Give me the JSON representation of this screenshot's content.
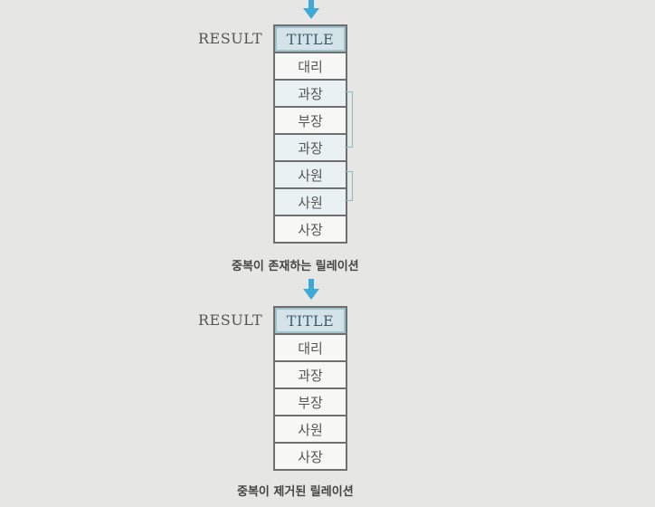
{
  "top_table": {
    "relation_name": "RESULT",
    "header": "TITLE",
    "rows": [
      {
        "value": "대리",
        "dup": false
      },
      {
        "value": "과장",
        "dup": true
      },
      {
        "value": "부장",
        "dup": false
      },
      {
        "value": "과장",
        "dup": true
      },
      {
        "value": "사원",
        "dup": true
      },
      {
        "value": "사원",
        "dup": true
      },
      {
        "value": "사장",
        "dup": false
      }
    ],
    "caption": "중복이 존재하는 릴레이션"
  },
  "bottom_table": {
    "relation_name": "RESULT",
    "header": "TITLE",
    "rows": [
      {
        "value": "대리"
      },
      {
        "value": "과장"
      },
      {
        "value": "부장"
      },
      {
        "value": "사원"
      },
      {
        "value": "사장"
      }
    ],
    "caption": "중복이 제거된 릴레이션"
  },
  "colors": {
    "arrow": "#3ea9d6",
    "header_bg": "#d4e3e8",
    "bracket": "#86b9c9",
    "background": "#e6e6e4"
  }
}
